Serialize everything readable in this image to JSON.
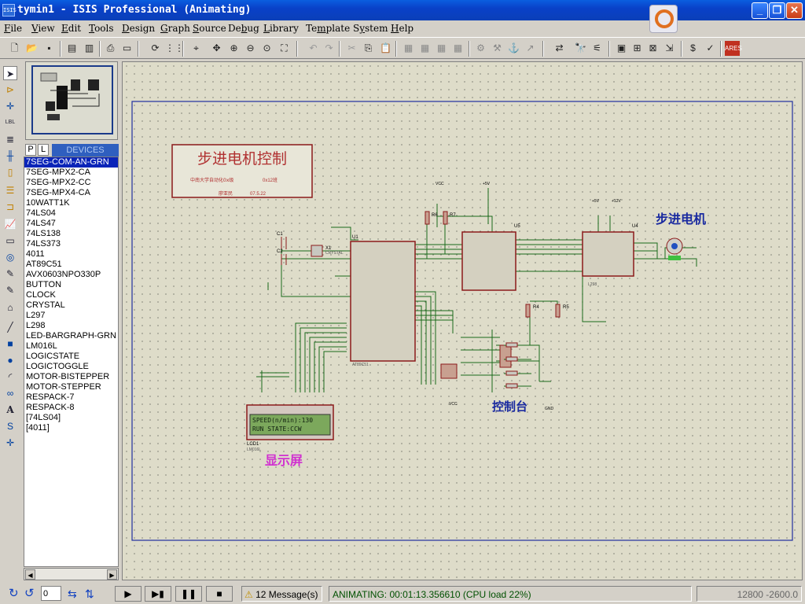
{
  "window": {
    "title": "tymin1 - ISIS Professional (Animating)",
    "app_icon_text": "ISIS"
  },
  "menu": [
    {
      "label": "File",
      "u": "F"
    },
    {
      "label": "View",
      "u": "V"
    },
    {
      "label": "Edit",
      "u": "E"
    },
    {
      "label": "Tools",
      "u": "T"
    },
    {
      "label": "Design",
      "u": "D"
    },
    {
      "label": "Graph",
      "u": "G"
    },
    {
      "label": "Source",
      "u": "S"
    },
    {
      "label": "Debug",
      "u": "b"
    },
    {
      "label": "Library",
      "u": "L"
    },
    {
      "label": "Template",
      "u": "m"
    },
    {
      "label": "System",
      "u": "y"
    },
    {
      "label": "Help",
      "u": "H"
    }
  ],
  "device_panel": {
    "tab_p": "P",
    "tab_l": "L",
    "title": "DEVICES",
    "devices": [
      "7SEG-COM-AN-GRN",
      "7SEG-MPX2-CA",
      "7SEG-MPX2-CC",
      "7SEG-MPX4-CA",
      "10WATT1K",
      "74LS04",
      "74LS47",
      "74LS138",
      "74LS373",
      "4011",
      "AT89C51",
      "AVX0603NPO330P",
      "BUTTON",
      "CLOCK",
      "CRYSTAL",
      "L297",
      "L298",
      "LED-BARGRAPH-GRN",
      "LM016L",
      "LOGICSTATE",
      "LOGICTOGGLE",
      "MOTOR-BISTEPPER",
      "MOTOR-STEPPER",
      "RESPACK-7",
      "RESPACK-8",
      "[74LS04]",
      "[4011]"
    ],
    "selected_index": 0
  },
  "schematic": {
    "title_block": {
      "title": "步进电机控制",
      "line1": "中南大学自动化0x级",
      "line1_b": "0x12班",
      "line2": "廖亚民",
      "line2_b": "07.5.22"
    },
    "labels": {
      "motor": "步进电机",
      "console": "控制台",
      "display": "显示屏"
    },
    "lcd": {
      "line1": "SPEED(n/min):130",
      "line2": "RUN STATE:CCW",
      "ref": "LCD1",
      "part": "LM016L"
    },
    "components": {
      "u1": "U1",
      "u1_part": "AT89C51",
      "u5": "U5",
      "u4": "U4",
      "u4_part": "L298",
      "x1": "X1",
      "x1_part": "CRYSTAL",
      "c1": "C1",
      "c2": "C2",
      "r6": "R6",
      "r7": "R7",
      "r4": "R4",
      "r5": "R5",
      "vcc": "VCC",
      "gnd": "GND",
      "plus5v": "+5V",
      "plus12v": "+12V"
    }
  },
  "status": {
    "messages": "12 Message(s)",
    "animating": "ANIMATING: 00:01:13.356610 (CPU load 22%)",
    "coords": "12800  -2600.0",
    "zoom_field": "0"
  }
}
